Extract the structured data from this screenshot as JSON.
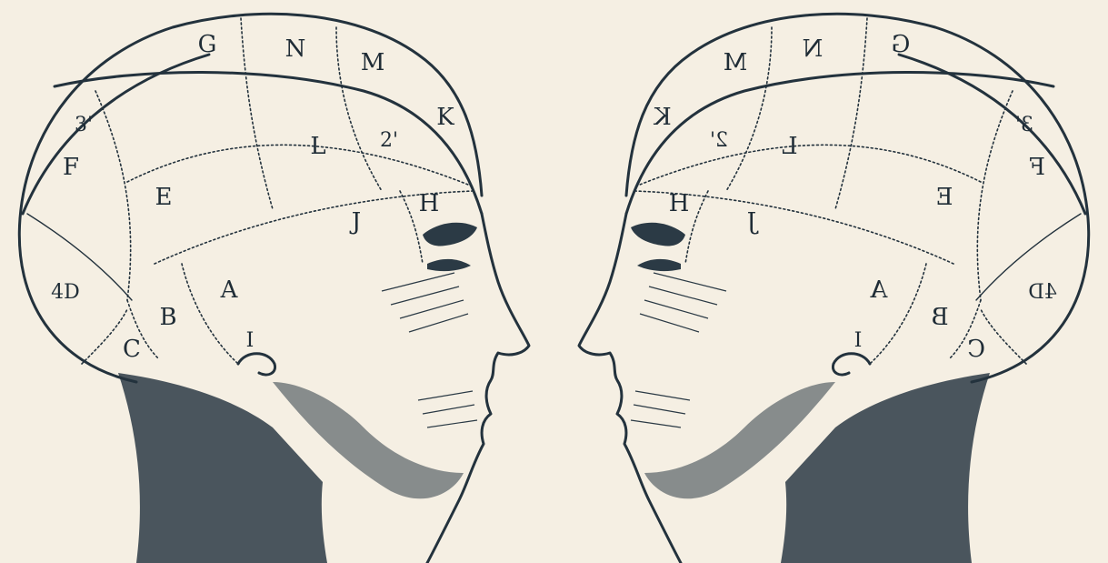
{
  "left_head": {
    "labels": [
      {
        "id": "G",
        "text": "G"
      },
      {
        "id": "N",
        "text": "N"
      },
      {
        "id": "M",
        "text": "M"
      },
      {
        "id": "K",
        "text": "K"
      },
      {
        "id": "3p",
        "text": "3'"
      },
      {
        "id": "2p",
        "text": "2'"
      },
      {
        "id": "L",
        "text": "L"
      },
      {
        "id": "F",
        "text": "F"
      },
      {
        "id": "E",
        "text": "E"
      },
      {
        "id": "H",
        "text": "H"
      },
      {
        "id": "J",
        "text": "J"
      },
      {
        "id": "A",
        "text": "A"
      },
      {
        "id": "4D",
        "text": "4D"
      },
      {
        "id": "B",
        "text": "B"
      },
      {
        "id": "C",
        "text": "C"
      },
      {
        "id": "I",
        "text": "I"
      }
    ]
  },
  "right_head": {
    "labels": [
      {
        "id": "G",
        "text": "G"
      },
      {
        "id": "N",
        "text": "N"
      },
      {
        "id": "M",
        "text": "M"
      },
      {
        "id": "K",
        "text": "K"
      },
      {
        "id": "3p",
        "text": "3'"
      },
      {
        "id": "2p",
        "text": "2'"
      },
      {
        "id": "L",
        "text": "L"
      },
      {
        "id": "F",
        "text": "F"
      },
      {
        "id": "E",
        "text": "E"
      },
      {
        "id": "H",
        "text": "H"
      },
      {
        "id": "J",
        "text": "J"
      },
      {
        "id": "A",
        "text": "A"
      },
      {
        "id": "4D",
        "text": "4D"
      },
      {
        "id": "B",
        "text": "B"
      },
      {
        "id": "C",
        "text": "C"
      },
      {
        "id": "I",
        "text": "I"
      }
    ]
  },
  "colors": {
    "paper": "#f5efe3",
    "ink": "#23323d"
  }
}
